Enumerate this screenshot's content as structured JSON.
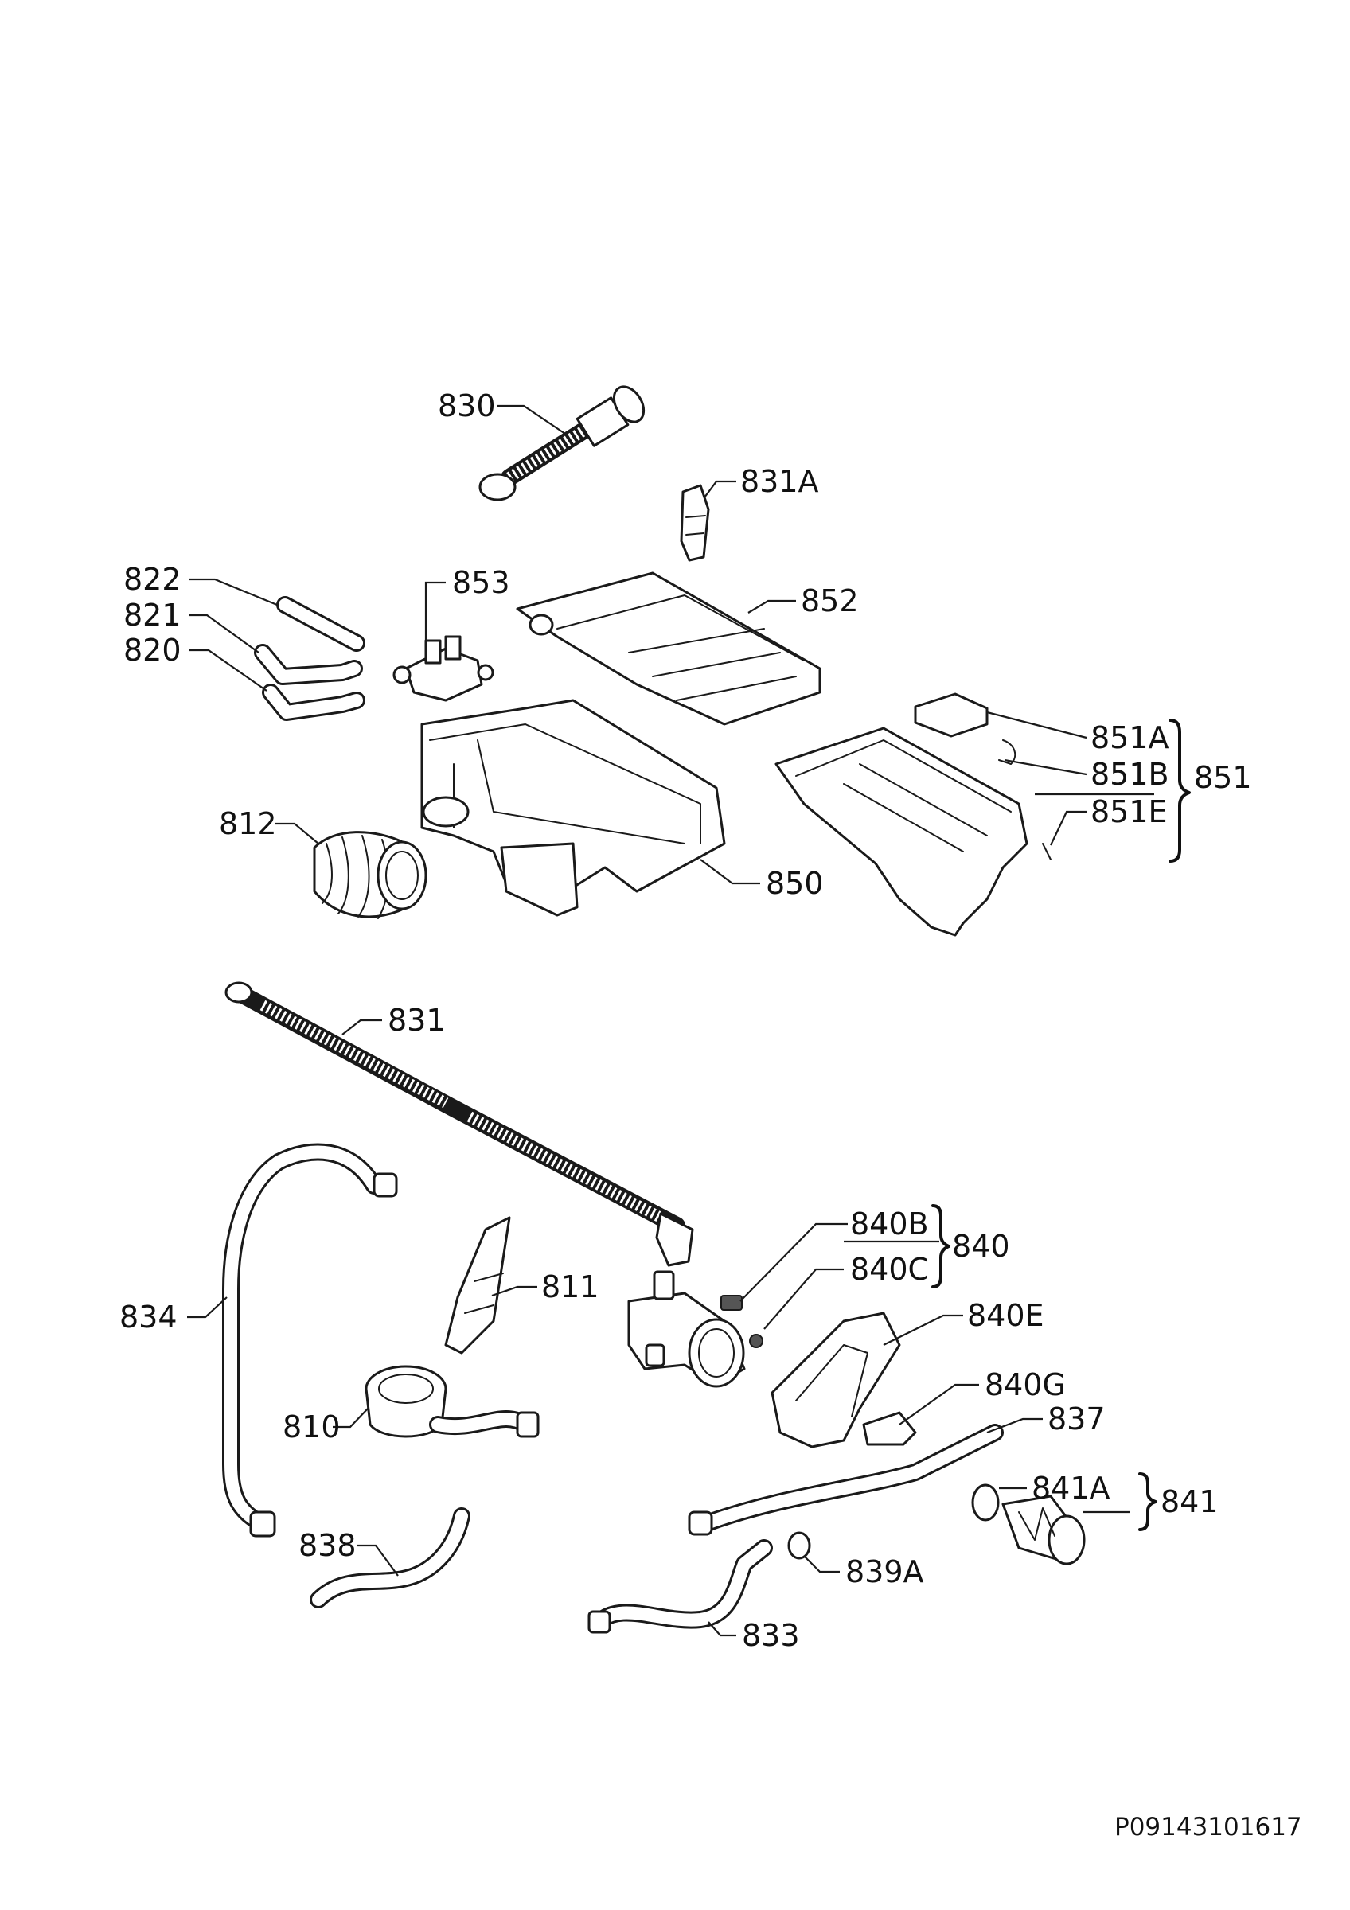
{
  "labels": {
    "p830": "830",
    "p831A": "831A",
    "p822": "822",
    "p821": "821",
    "p820": "820",
    "p853": "853",
    "p852": "852",
    "p851A": "851A",
    "p851B": "851B",
    "p851": "851",
    "p851E": "851E",
    "p812": "812",
    "p850": "850",
    "p831": "831",
    "p840B": "840B",
    "p840": "840",
    "p840C": "840C",
    "p811": "811",
    "p834": "834",
    "p840E": "840E",
    "p840G": "840G",
    "p810": "810",
    "p837": "837",
    "p841A": "841A",
    "p841": "841",
    "p838": "838",
    "p839A": "839A",
    "p833": "833"
  },
  "drawing_code": "P09143101617"
}
